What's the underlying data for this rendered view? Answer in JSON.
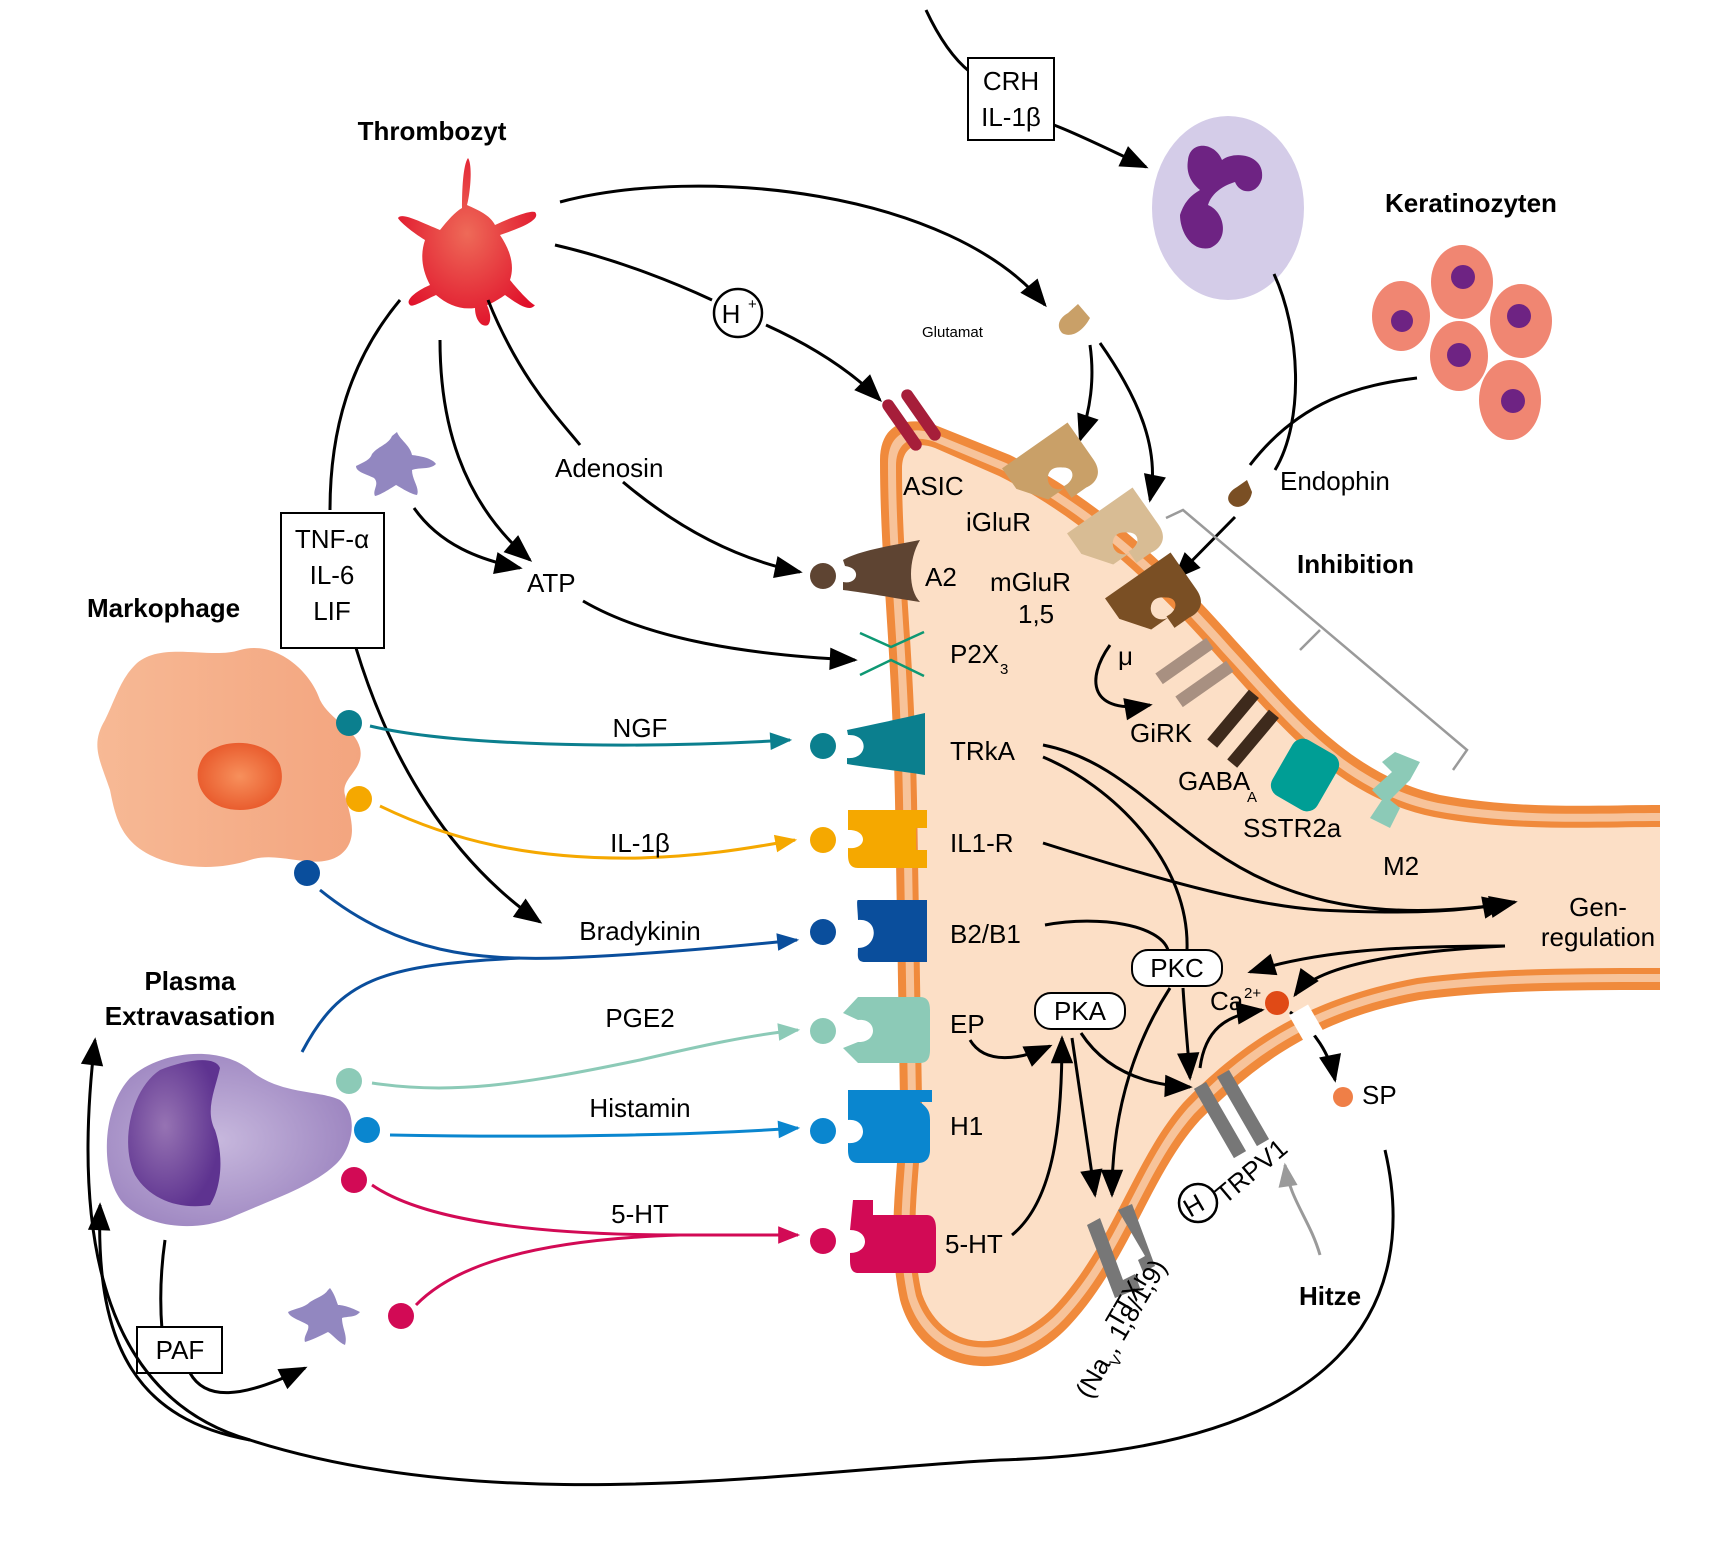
{
  "title": "Nozizeptor-Sensibilisierung: Mediatoren und Rezeptoren",
  "colors": {
    "neuron_fill": "#fcdfc6",
    "membrane": "#f08a3c",
    "membrane_inner": "#f7c39a",
    "ngf": "#0b7f8e",
    "il1b": "#f5a800",
    "bradykinin": "#0a4e9c",
    "pge2": "#8ccab7",
    "histamin": "#0a86cf",
    "serotonin": "#d20a55",
    "asic": "#a61e3a",
    "a2": "#5e4432",
    "iglur": "#c9a068",
    "mglur": "#d8bc94",
    "mu": "#7a4f24",
    "girk": "#a89081",
    "gaba": "#3e2a1c",
    "sstr": "#009e95",
    "m2": "#8ccab7",
    "channel_grey": "#777777",
    "ca": "#e04a16",
    "sp": "#ef7f47",
    "thrombocyte": "#e5322f",
    "macrophage": "#f5ae88",
    "mast_cell": "#a792c6",
    "neutrophil_bg": "#d4cce8",
    "neutrophil_nucleus": "#6e2383",
    "keratinocyte": "#f08672",
    "keratinocyte_nucleus": "#6e2383",
    "small_cell": "#9287c0"
  },
  "cells": {
    "thrombozyt": "Thrombozyt",
    "markophage": "Markophage",
    "plasma_line1": "Plasma",
    "plasma_line2": "Extravasation",
    "keratinozyten": "Keratinozyten"
  },
  "boxes": {
    "crh_il1b": [
      "CRH",
      "IL-1β"
    ],
    "tnf": [
      "TNF-α",
      "IL-6",
      "LIF"
    ],
    "paf": "PAF"
  },
  "mediators": {
    "h_plus": "H",
    "h_plus_sup": "+",
    "glutamat": "Glutamat",
    "adenosin": "Adenosin",
    "atp": "ATP",
    "ngf": "NGF",
    "il1b": "IL-1β",
    "bradykinin": "Bradykinin",
    "pge2": "PGE2",
    "histamin": "Histamin",
    "serotonin": "5-HT",
    "endophin": "Endophin"
  },
  "receptors": {
    "asic": "ASIC",
    "iglur": "iGluR",
    "mglur_1": "mGluR",
    "mglur_2": "1,5",
    "a2": "A2",
    "p2x": "P2X",
    "p2x_sub": "3",
    "trka": "TRkA",
    "il1r": "IL1-R",
    "b2b1": "B2/B1",
    "ep": "EP",
    "h1": "H1",
    "ht5": "5-HT",
    "mu": "μ",
    "girk": "GiRK",
    "gaba": "GABA",
    "gaba_sub": "A",
    "sstr2a": "SSTR2a",
    "m2": "M2"
  },
  "intracellular": {
    "pka": "PKA",
    "pkc": "PKC",
    "ca": "Ca",
    "ca_sup": "2+",
    "sp": "SP",
    "trpv1": "TRPV1",
    "ttxr": "TTXr",
    "nav_open": "(Na",
    "nav_sub": "V",
    "nav_rest": ", 1,8/1,9)",
    "genreg_1": "Gen-",
    "genreg_2": "regulation"
  },
  "labels": {
    "inhibition": "Inhibition",
    "hitze": "Hitze"
  }
}
